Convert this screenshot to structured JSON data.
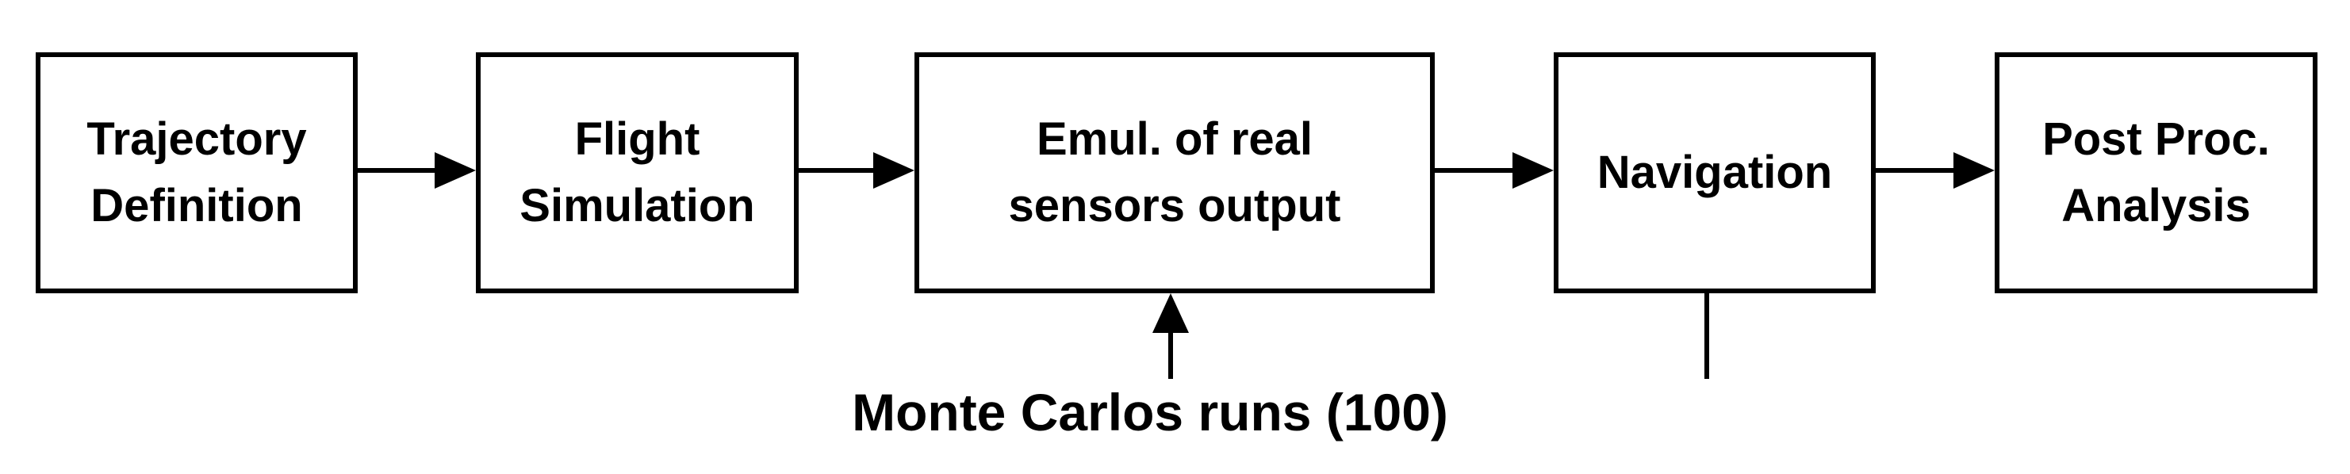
{
  "diagram": {
    "blocks": [
      {
        "id": "trajectory",
        "lines": [
          "Trajectory",
          "Definition"
        ]
      },
      {
        "id": "flight",
        "lines": [
          "Flight",
          "Simulation"
        ]
      },
      {
        "id": "emulation",
        "lines": [
          "Emul. of real",
          "sensors output"
        ]
      },
      {
        "id": "navigation",
        "lines": [
          "Navigation"
        ]
      },
      {
        "id": "postproc",
        "lines": [
          "Post Proc.",
          "Analysis"
        ]
      }
    ],
    "monte_carlo_label": "Monte Carlos runs (100)",
    "colors": {
      "stroke": "#000000",
      "fill": "#ffffff",
      "text": "#000000"
    }
  }
}
